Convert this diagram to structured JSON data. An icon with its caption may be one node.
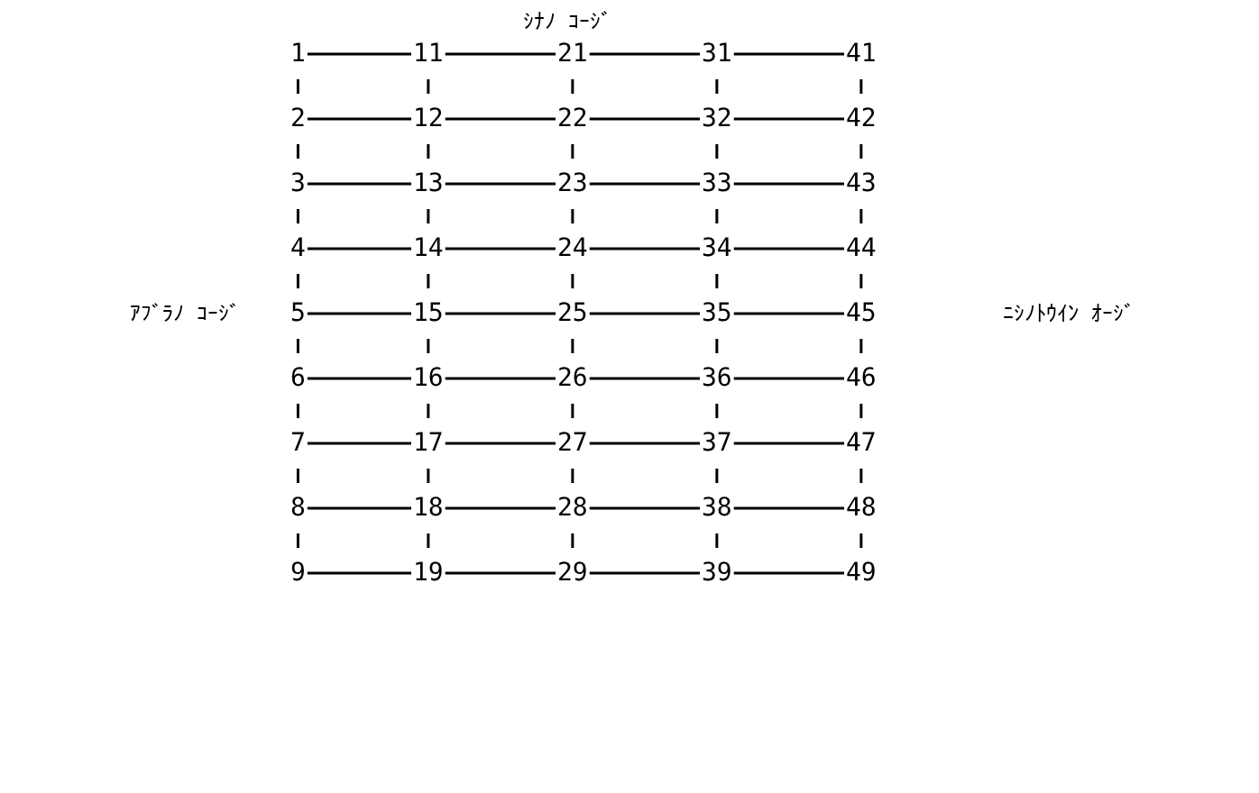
{
  "diagram": {
    "nodes": [
      {
        "text": [
          "1"
        ]
      },
      {
        "text": [
          "11"
        ]
      },
      {
        "text": [
          "21"
        ]
      },
      {
        "text": [
          "31"
        ]
      },
      {
        "text": [
          "41"
        ]
      },
      {
        "text": [
          "2"
        ]
      },
      {
        "text": [
          "12"
        ]
      },
      {
        "text": [
          "22"
        ]
      },
      {
        "text": [
          "32"
        ]
      },
      {
        "text": [
          "42"
        ]
      },
      {
        "text": [
          "3"
        ]
      },
      {
        "text": [
          "13"
        ]
      },
      {
        "text": [
          "23"
        ]
      },
      {
        "text": [
          "33"
        ]
      },
      {
        "text": [
          "43"
        ]
      },
      {
        "text": [
          "4"
        ]
      },
      {
        "text": [
          "14"
        ]
      },
      {
        "text": [
          "24"
        ]
      },
      {
        "text": [
          "34"
        ]
      },
      {
        "text": [
          "44"
        ]
      },
      {
        "text": [
          "5"
        ]
      },
      {
        "text": [
          "15"
        ]
      },
      {
        "text": [
          "25"
        ]
      },
      {
        "text": [
          "35"
        ]
      },
      {
        "text": [
          "45"
        ]
      },
      {
        "text": [
          "6"
        ]
      },
      {
        "text": [
          "16"
        ]
      },
      {
        "text": [
          "26"
        ]
      },
      {
        "text": [
          "36"
        ]
      },
      {
        "text": [
          "46"
        ]
      },
      {
        "text": [
          "7"
        ]
      },
      {
        "text": [
          "17"
        ]
      },
      {
        "text": [
          "27"
        ]
      },
      {
        "text": [
          "37"
        ]
      },
      {
        "text": [
          "47"
        ]
      },
      {
        "text": [
          "8"
        ]
      },
      {
        "text": [
          "18"
        ]
      },
      {
        "text": [
          "28"
        ]
      },
      {
        "text": [
          "38"
        ]
      },
      {
        "text": [
          "48"
        ]
      },
      {
        "text": [
          "9"
        ]
      },
      {
        "text": [
          "19"
        ]
      },
      {
        "text": [
          "29"
        ]
      },
      {
        "text": [
          "39"
        ]
      },
      {
        "text": [
          "49"
        ]
      }
    ],
    "edges": [
      {
        "from": 0,
        "to": 1,
        "arrow": "none"
      },
      {
        "from": 1,
        "to": 2,
        "arrow": "none"
      },
      {
        "from": 2,
        "to": 3,
        "arrow": "none"
      },
      {
        "from": 3,
        "to": 4,
        "arrow": "none"
      },
      {
        "from": 5,
        "to": 6,
        "arrow": "none"
      },
      {
        "from": 6,
        "to": 7,
        "arrow": "none"
      },
      {
        "from": 7,
        "to": 8,
        "arrow": "none"
      },
      {
        "from": 8,
        "to": 9,
        "arrow": "none"
      },
      {
        "from": 10,
        "to": 11,
        "arrow": "none"
      },
      {
        "from": 11,
        "to": 12,
        "arrow": "none"
      },
      {
        "from": 12,
        "to": 13,
        "arrow": "none"
      },
      {
        "from": 13,
        "to": 14,
        "arrow": "none"
      },
      {
        "from": 15,
        "to": 16,
        "arrow": "none"
      },
      {
        "from": 16,
        "to": 17,
        "arrow": "none"
      },
      {
        "from": 17,
        "to": 18,
        "arrow": "none"
      },
      {
        "from": 18,
        "to": 19,
        "arrow": "none"
      },
      {
        "from": 20,
        "to": 21,
        "arrow": "none"
      },
      {
        "from": 21,
        "to": 22,
        "arrow": "none"
      },
      {
        "from": 22,
        "to": 23,
        "arrow": "none"
      },
      {
        "from": 23,
        "to": 24,
        "arrow": "none"
      },
      {
        "from": 25,
        "to": 26,
        "arrow": "none"
      },
      {
        "from": 26,
        "to": 27,
        "arrow": "none"
      },
      {
        "from": 27,
        "to": 28,
        "arrow": "none"
      },
      {
        "from": 28,
        "to": 29,
        "arrow": "none"
      },
      {
        "from": 30,
        "to": 31,
        "arrow": "none"
      },
      {
        "from": 31,
        "to": 32,
        "arrow": "none"
      },
      {
        "from": 32,
        "to": 33,
        "arrow": "none"
      },
      {
        "from": 33,
        "to": 34,
        "arrow": "none"
      },
      {
        "from": 35,
        "to": 36,
        "arrow": "none"
      },
      {
        "from": 36,
        "to": 37,
        "arrow": "none"
      },
      {
        "from": 37,
        "to": 38,
        "arrow": "none"
      },
      {
        "from": 38,
        "to": 39,
        "arrow": "none"
      },
      {
        "from": 40,
        "to": 41,
        "arrow": "none"
      },
      {
        "from": 41,
        "to": 42,
        "arrow": "none"
      },
      {
        "from": 42,
        "to": 43,
        "arrow": "none"
      },
      {
        "from": 43,
        "to": 44,
        "arrow": "none"
      },
      {
        "from": 0,
        "to": 5,
        "arrow": "none"
      },
      {
        "from": 1,
        "to": 6,
        "arrow": "none"
      },
      {
        "from": 2,
        "to": 7,
        "arrow": "none"
      },
      {
        "from": 3,
        "to": 8,
        "arrow": "none"
      },
      {
        "from": 4,
        "to": 9,
        "arrow": "none"
      },
      {
        "from": 5,
        "to": 10,
        "arrow": "none"
      },
      {
        "from": 6,
        "to": 11,
        "arrow": "none"
      },
      {
        "from": 7,
        "to": 12,
        "arrow": "none"
      },
      {
        "from": 8,
        "to": 13,
        "arrow": "none"
      },
      {
        "from": 9,
        "to": 14,
        "arrow": "none"
      },
      {
        "from": 10,
        "to": 15,
        "arrow": "none"
      },
      {
        "from": 11,
        "to": 16,
        "arrow": "none"
      },
      {
        "from": 12,
        "to": 17,
        "arrow": "none"
      },
      {
        "from": 13,
        "to": 18,
        "arrow": "none"
      },
      {
        "from": 14,
        "to": 19,
        "arrow": "none"
      },
      {
        "from": 15,
        "to": 20,
        "arrow": "none"
      },
      {
        "from": 16,
        "to": 21,
        "arrow": "none"
      },
      {
        "from": 17,
        "to": 22,
        "arrow": "none"
      },
      {
        "from": 18,
        "to": 23,
        "arrow": "none"
      },
      {
        "from": 19,
        "to": 24,
        "arrow": "none"
      },
      {
        "from": 20,
        "to": 25,
        "arrow": "none"
      },
      {
        "from": 21,
        "to": 26,
        "arrow": "none"
      },
      {
        "from": 22,
        "to": 27,
        "arrow": "none"
      },
      {
        "from": 23,
        "to": 28,
        "arrow": "none"
      },
      {
        "from": 24,
        "to": 29,
        "arrow": "none"
      },
      {
        "from": 25,
        "to": 30,
        "arrow": "none"
      },
      {
        "from": 26,
        "to": 31,
        "arrow": "none"
      },
      {
        "from": 27,
        "to": 32,
        "arrow": "none"
      },
      {
        "from": 28,
        "to": 33,
        "arrow": "none"
      },
      {
        "from": 29,
        "to": 34,
        "arrow": "none"
      },
      {
        "from": 30,
        "to": 35,
        "arrow": "none"
      },
      {
        "from": 31,
        "to": 36,
        "arrow": "none"
      },
      {
        "from": 32,
        "to": 37,
        "arrow": "none"
      },
      {
        "from": 33,
        "to": 38,
        "arrow": "none"
      },
      {
        "from": 34,
        "to": 39,
        "arrow": "none"
      },
      {
        "from": 35,
        "to": 40,
        "arrow": "none"
      },
      {
        "from": 36,
        "to": 41,
        "arrow": "none"
      },
      {
        "from": 37,
        "to": 42,
        "arrow": "none"
      },
      {
        "from": 38,
        "to": 43,
        "arrow": "none"
      },
      {
        "from": 39,
        "to": 44,
        "arrow": "none"
      }
    ],
    "labels": [
      "ｼﾅﾉ ｺｰｼﾞ",
      "ｱﾌﾞﾗﾉ ｺｰｼﾞ",
      "ﾆｼﾉﾄｳｲﾝ ｵｰｼﾞ"
    ]
  }
}
